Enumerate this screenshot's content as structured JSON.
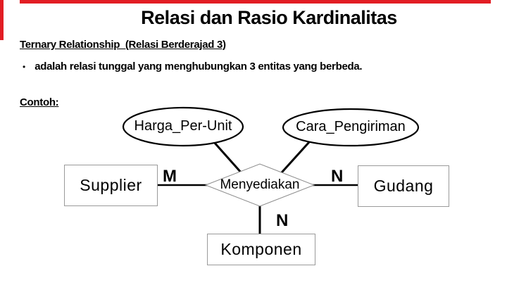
{
  "slide": {
    "title": "Relasi dan Rasio Kardinalitas",
    "heading": "Ternary Relationship  (Relasi Berderajad 3)",
    "bullet_marker": "•",
    "bullet": "adalah relasi tunggal yang menghubungkan 3 entitas yang berbeda.",
    "contoh_label": "Contoh:"
  },
  "diagram": {
    "attributes": [
      {
        "label": "Harga_Per-Unit"
      },
      {
        "label": "Cara_Pengiriman"
      }
    ],
    "relationship": {
      "label": "Menyediakan"
    },
    "entities": [
      {
        "label": "Supplier"
      },
      {
        "label": "Gudang"
      },
      {
        "label": "Komponen"
      }
    ],
    "cardinalities": [
      {
        "label": "M"
      },
      {
        "label": "N"
      },
      {
        "label": "N"
      }
    ]
  },
  "colors": {
    "accent_red": "#e21d24",
    "shape_border_gray": "#8c8c8c",
    "entity_border_gray": "#9a9a9a",
    "line_black": "#000000",
    "text_black": "#000000",
    "background": "#ffffff"
  }
}
